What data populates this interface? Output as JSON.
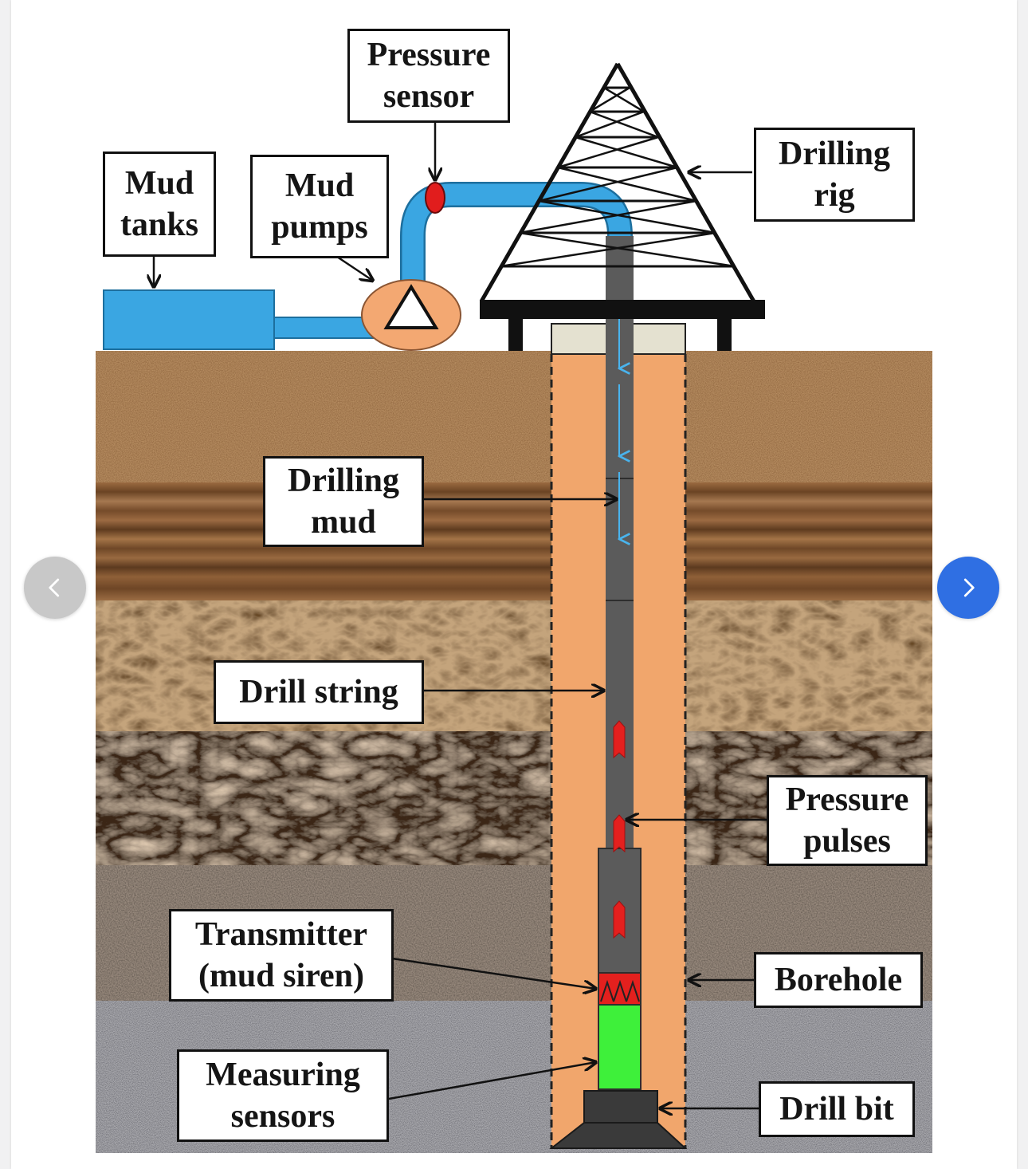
{
  "labels": {
    "pressure_sensor": [
      "Pressure",
      "sensor"
    ],
    "drilling_rig": [
      "Drilling",
      "rig"
    ],
    "mud_tanks": [
      "Mud",
      "tanks"
    ],
    "mud_pumps": [
      "Mud",
      "pumps"
    ],
    "drilling_mud": [
      "Drilling",
      "mud"
    ],
    "drill_string": [
      "Drill string"
    ],
    "pressure_pulses": [
      "Pressure",
      "pulses"
    ],
    "transmitter": [
      "Transmitter",
      "(mud siren)"
    ],
    "borehole": [
      "Borehole"
    ],
    "measuring_sensors": [
      "Measuring",
      "sensors"
    ],
    "drill_bit": [
      "Drill bit"
    ]
  },
  "colors": {
    "mud_pipe": "#3aa6e2",
    "pump": "#f3a872",
    "borehole_fill": "#f1a66c",
    "drill_string": "#5b5b5b",
    "pressure_sensor": "#e11d1d",
    "pressure_pulse": "#e4201e",
    "measuring_sensor": "#3ef03a",
    "mud_flow_arrow": "#49b4ee",
    "nav_next": "#2f6fe3",
    "nav_prev": "#c8c8c8"
  },
  "nav": {
    "prev_icon": "chevron-left-icon",
    "next_icon": "chevron-right-icon"
  }
}
